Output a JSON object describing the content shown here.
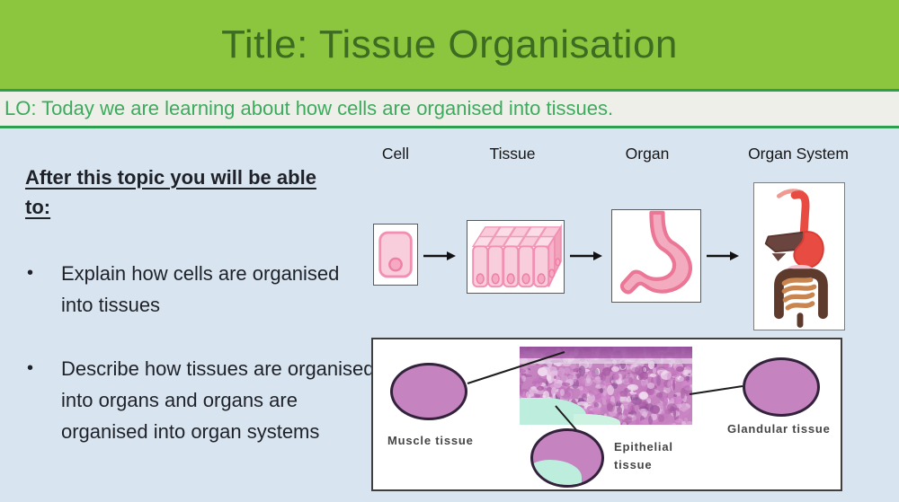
{
  "slide": {
    "title": "Title: Tissue Organisation",
    "learning_objective": "LO: Today we are learning about how cells are organised into tissues.",
    "objectives": {
      "heading": "After this topic you will be able to:",
      "bullet_glyph": "•",
      "bullets": [
        "Explain how cells are organised into tissues",
        "Describe how tissues are organised into organs and organs are organised into organ systems"
      ]
    },
    "flow": {
      "labels": [
        "Cell",
        "Tissue",
        "Organ",
        "Organ System"
      ]
    },
    "tissue_figure": {
      "muscle_label": "Muscle tissue",
      "epithelial_label": "Epithelial tissue",
      "glandular_label": "Glandular tissue"
    },
    "colors": {
      "header_green": "#8CC63F",
      "title_text_green": "#3D6B21",
      "lo_text_green": "#3CAB5D",
      "lo_border_green": "#2E9E50",
      "lo_strip_bg": "#EEEFE9",
      "body_blue": "#D9E4F1",
      "cell_pink_fill": "#F9CEDC",
      "cell_pink_border": "#F190B3",
      "histology_purple": "#C583C0",
      "mint": "#BDEDDC",
      "digestive_red": "#E84B42",
      "liver_brown": "#6A4540",
      "intestine_brown": "#5E3A2C"
    }
  }
}
